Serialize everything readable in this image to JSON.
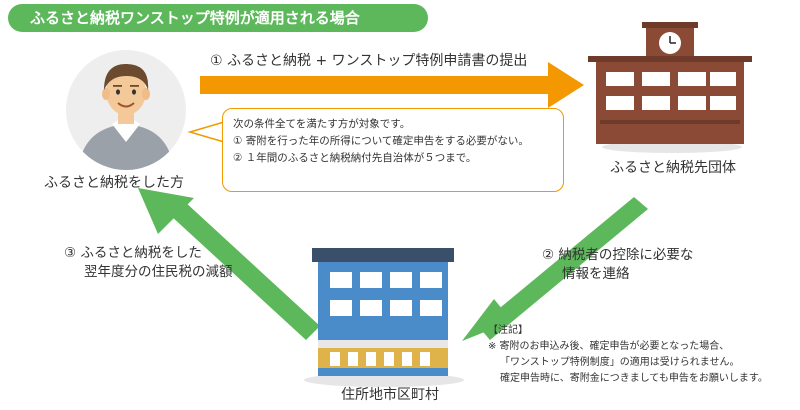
{
  "title": "ふるさと納税ワンストップ特例が適用される場合",
  "donor": {
    "label": "ふるさと納税をした方"
  },
  "destination": {
    "label": "ふるさと納税先団体"
  },
  "residence": {
    "label": "住所地市区町村"
  },
  "steps": {
    "step1": "① ふるさと納税 + ワンストップ特例申請書の提出",
    "step2_line1": "② 納税者の控除に必要な",
    "step2_line2": "情報を連絡",
    "step3_line1": "③ ふるさと納税をした",
    "step3_line2": "翌年度分の住民税の減額"
  },
  "conditions": {
    "intro": "次の条件全てを満たす方が対象です。",
    "item1": "① 寄附を行った年の所得について確定申告をする必要がない。",
    "item2": "② １年間のふるさと納税納付先自治体が５つまで。"
  },
  "note": {
    "heading": "【注記】",
    "line1": "※ 寄附のお申込み後、確定申告が必要となった場合、",
    "line2": "「ワンストップ特例制度」の適用は受けられません。",
    "line3": "確定申告時に、寄附金につきましても申告をお願いします。"
  },
  "colors": {
    "title_green": "#5cb85a",
    "arrow_orange": "#f39800",
    "arrow_green": "#5cb85a",
    "building_brown": "#8b4a36",
    "building_blue": "#4a8cc9"
  }
}
